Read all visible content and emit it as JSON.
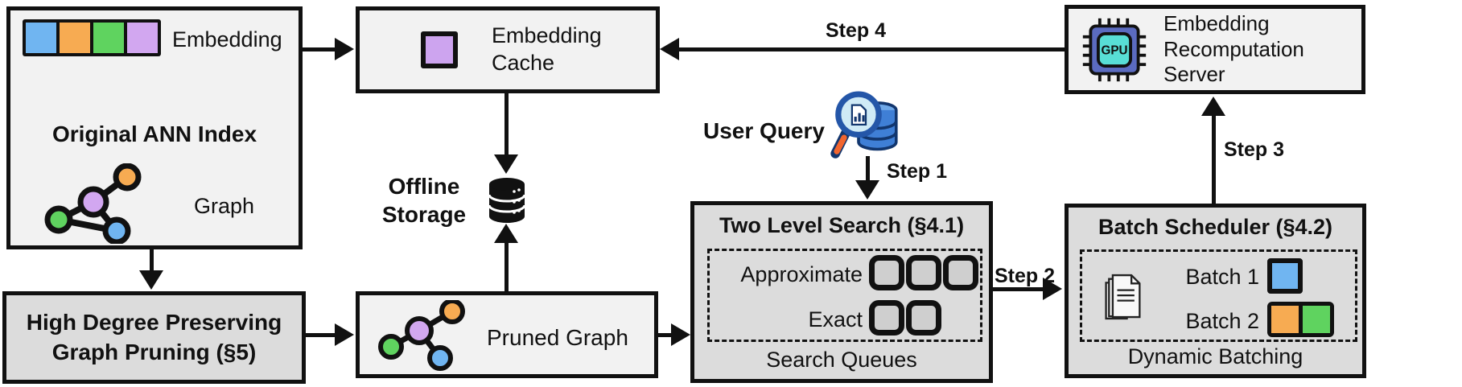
{
  "colors": {
    "embedding_blue": "#70b5f1",
    "embedding_orange": "#f7ab52",
    "embedding_green": "#5fd35f",
    "embedding_purple": "#d2a7f0",
    "box_light_gray": "#f2f2f2",
    "box_dark_gray": "#dcdcdc",
    "outline_black": "#111111",
    "gpu_chip_body": "#5b6bc0",
    "gpu_chip_core": "#58ded6",
    "query_database_blue": "#3f7fd6",
    "magnifier_handle_orange": "#f2652e"
  },
  "icons": {
    "ann_graph": "graph-icon",
    "pruned_graph": "graph-icon",
    "offline_storage": "database-icon",
    "user_query": "magnifier-database-icon",
    "recomputation_server": "gpu-chip-icon",
    "batch_scheduler": "documents-icon"
  },
  "ann_index": {
    "embedding_label": "Embedding",
    "title": "Original ANN Index",
    "graph_label": "Graph"
  },
  "embedding_cache": {
    "lines": [
      "Embedding",
      "Cache"
    ]
  },
  "offline_storage": {
    "lines": [
      "Offline",
      "Storage"
    ]
  },
  "recomputation_server": {
    "lines": [
      "Embedding",
      "Recomputation",
      "Server"
    ],
    "gpu_label": "GPU"
  },
  "user_query": {
    "label": "User Query"
  },
  "two_level_search": {
    "title": "Two Level Search (§4.1)",
    "approximate_label": "Approximate",
    "exact_label": "Exact",
    "approximate_queue_count": 3,
    "exact_queue_count": 2,
    "footer": "Search Queues"
  },
  "batch_scheduler": {
    "title": "Batch Scheduler (§4.2)",
    "batch1_label": "Batch 1",
    "batch2_label": "Batch 2",
    "footer": "Dynamic Batching"
  },
  "graph_pruning": {
    "lines": [
      "High Degree Preserving",
      "Graph Pruning (§5)"
    ]
  },
  "pruned_graph": {
    "label": "Pruned Graph"
  },
  "steps": {
    "step1": "Step 1",
    "step2": "Step 2",
    "step3": "Step 3",
    "step4": "Step 4"
  }
}
